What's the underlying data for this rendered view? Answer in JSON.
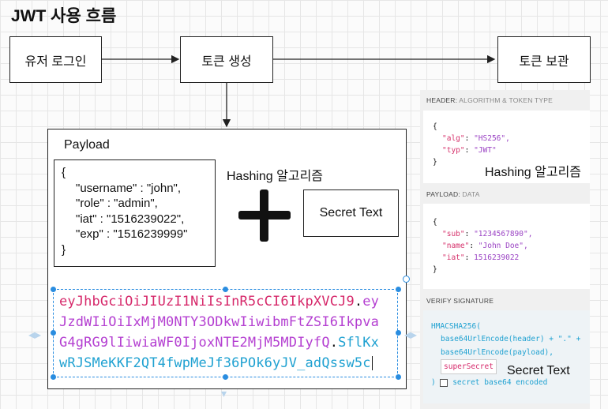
{
  "title": "JWT 사용 흐름",
  "flow": {
    "login": "유저 로그인",
    "generate": "토큰 생성",
    "store": "토큰 보관"
  },
  "payload": {
    "label": "Payload",
    "lines": [
      "{",
      "\"username\" : \"john\",",
      "\"role\" : \"admin\",",
      "\"iat\" : \"1516239022\",",
      "\"exp\" : \"1516239999\"",
      "}"
    ],
    "hashing_label": "Hashing 알고리즘",
    "secret_label": "Secret Text"
  },
  "jwt": {
    "line1_red": "eyJhbGciOiJIUzI1NiIsInR5cCI6IkpXVCJ9",
    "line1_dot": ".",
    "line1_purple": "ey",
    "line2_purple": "JzdWIiOiIxMjM0NTY3ODkwIiwibmFtZSI6Ikpva",
    "line3_purple": "G4gRG9lIiwiaWF0IjoxNTE2MjM5MDIyfQ",
    "line3_dot": ".",
    "line3_blue": "SflKx",
    "line4_blue": "wRJSMeKKF2QT4fwpMeJf36POk6yJV_adQssw5c"
  },
  "header_panel": {
    "head": "HEADER:",
    "head_sub": "ALGORITHM & TOKEN TYPE",
    "open": "{",
    "alg_key": "\"alg\"",
    "alg_val": "\"HS256\",",
    "typ_key": "\"typ\"",
    "typ_val": "\"JWT\"",
    "close": "}",
    "overlay": "Hashing 알고리즘"
  },
  "payload_panel": {
    "head": "PAYLOAD:",
    "head_sub": "DATA",
    "open": "{",
    "sub_key": "\"sub\"",
    "sub_val": "\"1234567890\",",
    "name_key": "\"name\"",
    "name_val": "\"John Doe\",",
    "iat_key": "\"iat\"",
    "iat_val": "1516239022",
    "close": "}"
  },
  "verify_panel": {
    "head": "VERIFY SIGNATURE",
    "l1": "HMACSHA256(",
    "l2": "base64UrlEncode(header) + \".\" +",
    "l3": "base64UrlEncode(payload),",
    "secret_value": "superSecret",
    "overlay": "Secret Text",
    "close": ")",
    "checkbox_label": "secret base64 encoded"
  },
  "colors": {
    "jwt_header": "#d6286a",
    "jwt_payload": "#b43fd1",
    "jwt_signature": "#1fa1d1",
    "selection": "#2a8de0"
  }
}
